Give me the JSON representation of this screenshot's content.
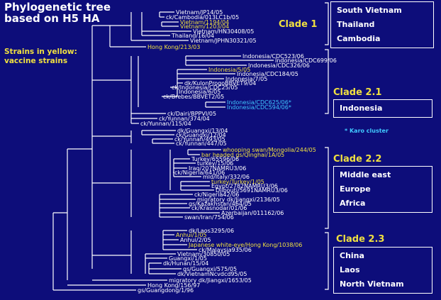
{
  "title": "Phylogenetic tree based on H5 HA",
  "note": "Strains in yellow: vaccine strains",
  "karo_note": "* Karo cluster",
  "clades": [
    {
      "label": "Clade 1",
      "regions": [
        "South Vietnam",
        "Thailand",
        "Cambodia"
      ]
    },
    {
      "label": "Clade 2.1",
      "regions": [
        "Indonesia"
      ]
    },
    {
      "label": "Clade 2.2",
      "regions": [
        "Middle east",
        "Europe",
        "Africa"
      ]
    },
    {
      "label": "Clade 2.3",
      "regions": [
        "China",
        "Laos",
        "North Vietnam"
      ]
    }
  ],
  "leaves": [
    {
      "text": "Vietnam/JP14/05",
      "style": "plain"
    },
    {
      "text": "ck/Cambodia/013LC1b/05",
      "style": "plain"
    },
    {
      "text": "Vietnam/1194/04",
      "style": "vaccine"
    },
    {
      "text": "Vietnam/1203/04",
      "style": "vaccine"
    },
    {
      "text": "Vietnam/HN30408/05",
      "style": "plain"
    },
    {
      "text": "Thailand/16/04",
      "style": "plain"
    },
    {
      "text": "Vietnam/JPHN30321/05",
      "style": "plain"
    },
    {
      "text": "Hong Kong/213/03",
      "style": "vaccine"
    },
    {
      "text": "Indonesia/CDC523/06",
      "style": "plain"
    },
    {
      "text": "Indonesia/CDC699/06",
      "style": "plain"
    },
    {
      "text": "Indonesia/CDC326/06",
      "style": "plain"
    },
    {
      "text": "Indonesia/5/05",
      "style": "vaccine"
    },
    {
      "text": "Indonesia/CDC184/05",
      "style": "plain"
    },
    {
      "text": "Indonesia/7/05",
      "style": "plain"
    },
    {
      "text": "dk/KulonProgoBBVET9/04",
      "style": "plain"
    },
    {
      "text": "ck/Indonesia/CDC25/05",
      "style": "plain"
    },
    {
      "text": "Indonesia/6/05",
      "style": "plain"
    },
    {
      "text": "ck/Brebes/BBVET2/05",
      "style": "plain"
    },
    {
      "text": "Indonesia/CDC625/06*",
      "style": "karo"
    },
    {
      "text": "Indonesia/CDC594/06*",
      "style": "karo"
    },
    {
      "text": "ck/Dairi/BPPVI/05",
      "style": "plain"
    },
    {
      "text": "ck/Yunnan/374/04",
      "style": "plain"
    },
    {
      "text": "ck/Yunnan/115/04",
      "style": "plain"
    },
    {
      "text": "dk/Guangxi/13/04",
      "style": "plain"
    },
    {
      "text": "ck/Guangxi/12/04",
      "style": "plain"
    },
    {
      "text": "ck/Yunnan/493/05",
      "style": "plain"
    },
    {
      "text": "ck/Yunnan/447/05",
      "style": "plain"
    },
    {
      "text": "whooping swan/Mongolia/244/05",
      "style": "vaccine"
    },
    {
      "text": "bar headed gs/Qinghai/1A/05",
      "style": "vaccine"
    },
    {
      "text": "Turkey/65596/06",
      "style": "plain"
    },
    {
      "text": "turkey/15/06",
      "style": "plain"
    },
    {
      "text": "Iraq/207NAMRU3/06",
      "style": "plain"
    },
    {
      "text": "ck/Nigeria/641/06",
      "style": "plain"
    },
    {
      "text": "mld/Italy/332/06",
      "style": "plain"
    },
    {
      "text": "turkey/Turkey/1/05",
      "style": "vaccine"
    },
    {
      "text": "Egypt/2782NAMRU3/06",
      "style": "plain"
    },
    {
      "text": "Djibouti/5691NAMRU3/06",
      "style": "plain"
    },
    {
      "text": "ck/Nigeria42/06",
      "style": "plain"
    },
    {
      "text": "migratory dk/Jiangxi/2136/05",
      "style": "plain"
    },
    {
      "text": "gs/Kazakhstan/464/05",
      "style": "plain"
    },
    {
      "text": "ck/Krasnodar/01/06",
      "style": "plain"
    },
    {
      "text": "Azerbaijan/011162/06",
      "style": "plain"
    },
    {
      "text": "swan/Iran/754/06",
      "style": "plain"
    },
    {
      "text": "dk/Laos3295/06",
      "style": "plain"
    },
    {
      "text": "Anhui/1/05",
      "style": "vaccine"
    },
    {
      "text": "Anhui/2/05",
      "style": "plain"
    },
    {
      "text": "Japanese white-eye/Hong Kong/1038/06",
      "style": "vaccine"
    },
    {
      "text": "ck/Malaysia935/06",
      "style": "plain"
    },
    {
      "text": "Vietnam/30850/05",
      "style": "plain"
    },
    {
      "text": "Guangxi/1/05",
      "style": "plain"
    },
    {
      "text": "dk/Hunan/15/04",
      "style": "plain"
    },
    {
      "text": "gs/Guangxi/575/05",
      "style": "plain"
    },
    {
      "text": "dk/VietnamNcvdcd95/05",
      "style": "plain"
    },
    {
      "text": "migratory dk/Jiangxi/1653/05",
      "style": "plain"
    },
    {
      "text": "Hong Kong/156/97",
      "style": "plain"
    },
    {
      "text": "gs/Guangdong/1/96",
      "style": "plain"
    }
  ],
  "colors": {
    "background": "#0d0d7a",
    "vaccine": "#f0e040",
    "karo": "#40c8ff",
    "branch": "#ffffff"
  }
}
